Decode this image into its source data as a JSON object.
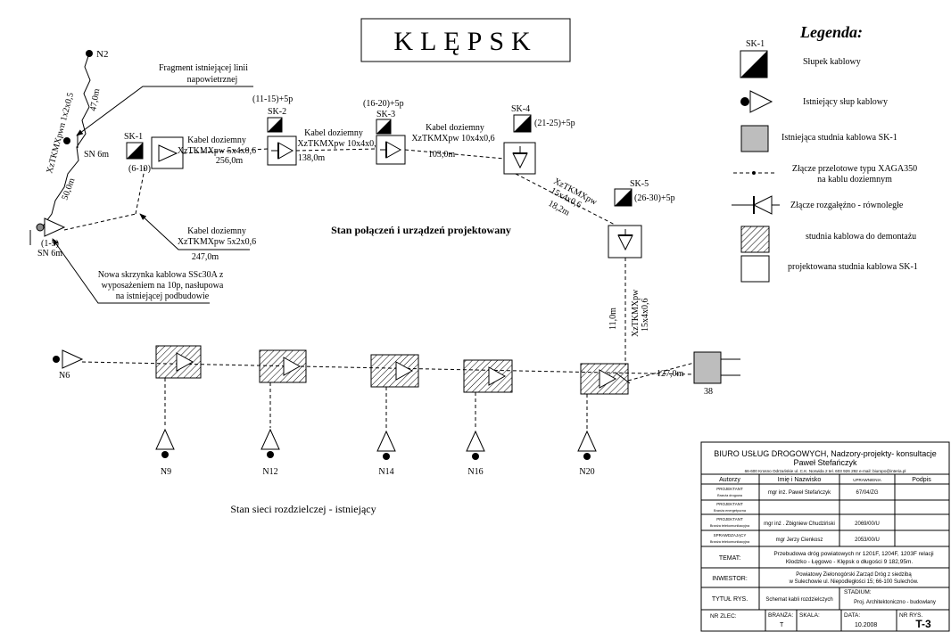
{
  "title": "KLĘPSK",
  "legend": {
    "heading": "Legenda:",
    "sk_label": "SK-1",
    "items": [
      "Słupek kablowy",
      "Istniejący słup kablowy",
      "Istniejąca studnia kablowa SK-1",
      "Złącze przelotowe typu XAGA350\nna kablu doziemnym",
      "Złącze rozgałęźno - równoległe",
      "studnia kablowa do demontażu",
      "projektowana studnia kablowa SK-1"
    ]
  },
  "poles": {
    "N2": "N2",
    "N6": "N6",
    "sn_top": "SN 6m",
    "sn_bottom": "SN 6m",
    "bottom": [
      "N9",
      "N12",
      "N14",
      "N16",
      "N20"
    ]
  },
  "cable_boxes": [
    {
      "name": "SK-1",
      "range": "(6-10)"
    },
    {
      "name": "SK-2",
      "range": "(11-15)+5p"
    },
    {
      "name": "SK-3",
      "range": "(16-20)+5p"
    },
    {
      "name": "SK-4",
      "range": "(21-25)+5p"
    },
    {
      "name": "SK-5",
      "range": "(26-30)+5p"
    }
  ],
  "labels": {
    "fragment": "Fragment istniejącej linii\nnapowietrznej",
    "overhead_cable": "XzTKMXpwn 1x2x0,5",
    "len_47": "47,0m",
    "len_50": "50,0m",
    "range_1_5": "(1-5)",
    "cable1": "Kabel doziemny\nXzTKMXpw 5x4x0,6",
    "len_256": "256,0m",
    "cable2": "Kabel doziemny\nXzTKMXpw 10x4x0,6",
    "len_138": "138,0m",
    "cable3": "Kabel doziemny\nXzTKMXpw 10x4x0,6",
    "len_103": "103,0m",
    "cable4": "XzTKMXpw\n15x4x0,6",
    "len_182": "18,2m",
    "cable5": "XzTKMXpw\n15x4x0,6",
    "len_11": "11,0m",
    "cable6": "Kabel doziemny\nXzTKMXpw 5x2x0,6",
    "len_247": "247,0m",
    "len_127": "127,0m",
    "well_38": "38",
    "box_desc": "Nowa skrzynka kablowa SSc30A z\nwyposażeniem na 10p, nasłupowa\nna istniejącej podbudowie",
    "projected_state": "Stan połączeń i urządzeń projektowany",
    "existing_state": "Stan sieci rozdzielczej - istniejący"
  },
  "title_block": {
    "company": "BIURO USŁUG DROGOWYCH, Nadzory-projekty- konsultacje",
    "person": "Paweł Stefańczyk",
    "address": "66-600 Krosno Odrzańskie ul. C.K. Norwida 2 tel. 603 926 292 e-mail: biuropo@interia.pl",
    "col_authors": "Autorzy",
    "col_name": "Imię i Nazwisko",
    "col_perm": "UPRAWNIENIA",
    "col_sign": "Podpis",
    "rows": [
      {
        "role": "PROJEKTANT",
        "sub": "Branża drogowa",
        "name": "mgr inż. Paweł Stefańczyk",
        "perm": "67/04/ZG"
      },
      {
        "role": "PROJEKTANT",
        "sub": "Branża energetyczna",
        "name": "",
        "perm": ""
      },
      {
        "role": "PROJEKTANT",
        "sub": "Branża telekomunikacyjna",
        "name": "mgr inż . Zbigniew Chudziński",
        "perm": "2069/00/U"
      },
      {
        "role": "SPRAWDZAJĄCY",
        "sub": "Branża telekomunikacyjna",
        "name": "mgr Jerzy Cienkosz",
        "perm": "2053/00/U"
      }
    ],
    "temat_label": "TEMAT:",
    "temat": "Przebudowa dróg powiatowych nr 1201F, 1204F, 1203F relacji\nKłodzko - Łęgowo - Klępsk o długości 9 182,95m.",
    "inwestor_label": "INWESTOR:",
    "inwestor": "Powiatowy Zielonogórski Zarząd Dróg z siedzibą\nw Sulechowie ul. Niepodległości 15; 66-100 Sulechów.",
    "tytul_label": "TYTUŁ RYS.",
    "tytul": "Schemat kabli rozdzielczych",
    "stadium_label": "STADIUM:",
    "stadium": "Proj. Architektoniczno - budowlany",
    "nr_zlec_label": "NR ZLEC:",
    "branza_label": "BRANŻA:",
    "branza": "T",
    "skala_label": "SKALA:",
    "data_label": "DATA:",
    "data": "10.2008",
    "nr_rys_label": "NR RYS.",
    "nr_rys": "T-3"
  }
}
